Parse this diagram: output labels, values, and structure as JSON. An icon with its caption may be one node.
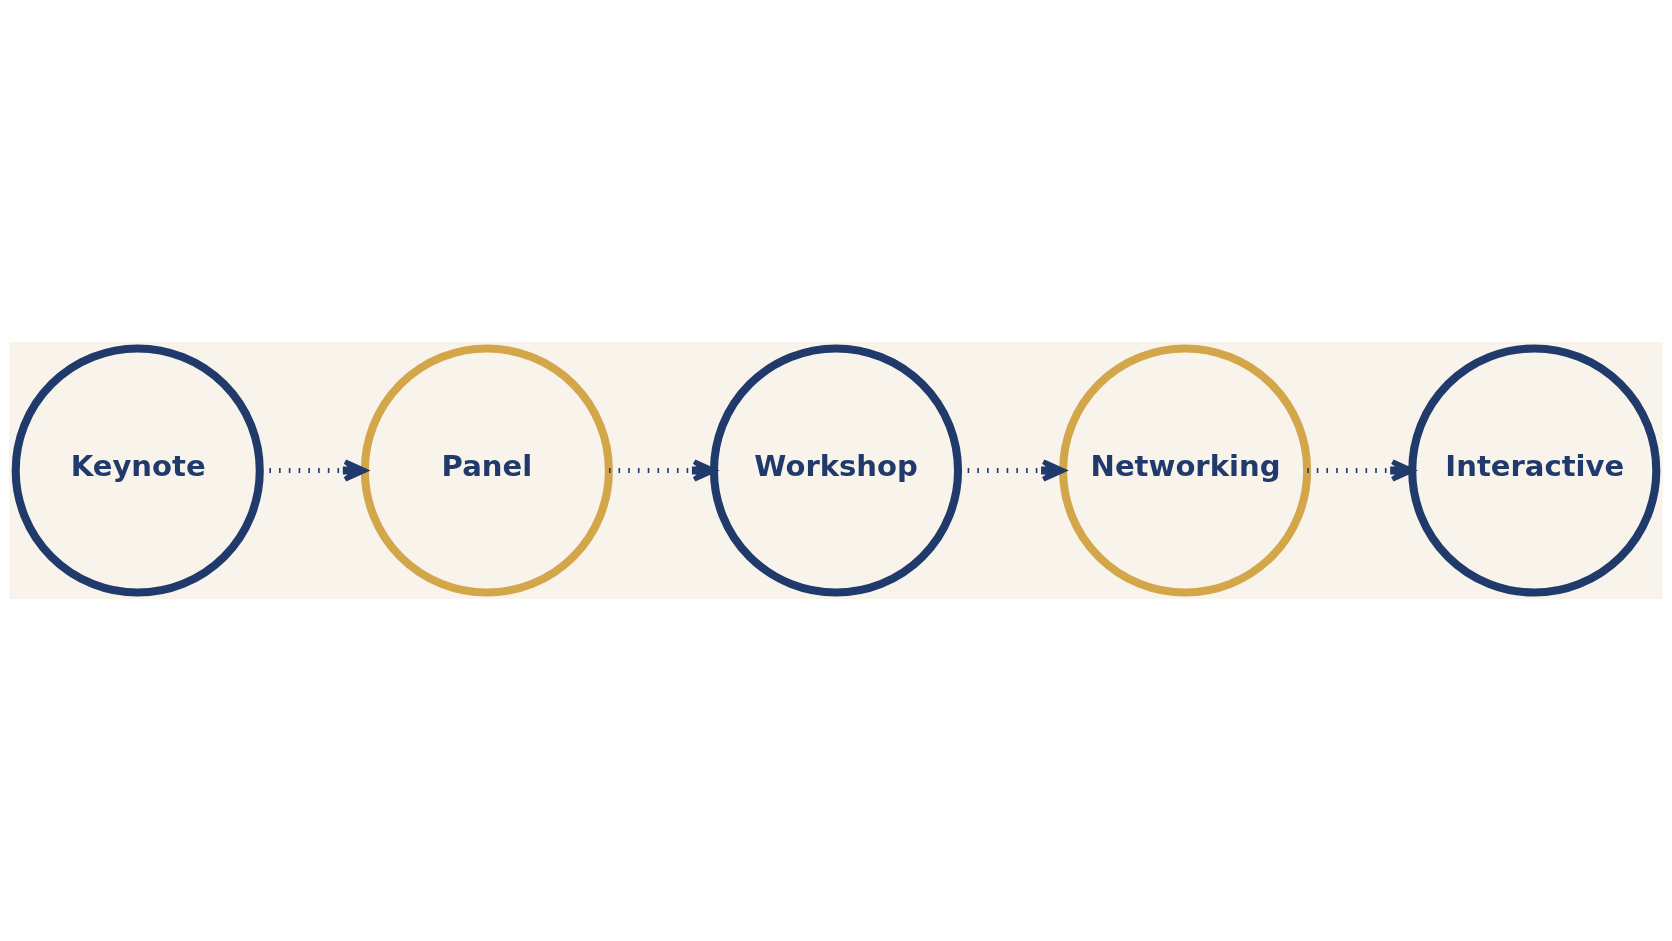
{
  "diagram": {
    "nodes": [
      {
        "text": [
          "Keynote"
        ]
      },
      {
        "text": [
          "Panel"
        ]
      },
      {
        "text": [
          "Workshop"
        ]
      },
      {
        "text": [
          "Networking"
        ]
      },
      {
        "text": [
          "Interactive"
        ]
      }
    ],
    "edges": [
      {
        "from": 0,
        "to": 1,
        "arrow": "to",
        "style": "dashed"
      },
      {
        "from": 1,
        "to": 2,
        "arrow": "to",
        "style": "dashed"
      },
      {
        "from": 2,
        "to": 3,
        "arrow": "to",
        "style": "dashed"
      },
      {
        "from": 3,
        "to": 4,
        "arrow": "to",
        "style": "dashed"
      }
    ]
  }
}
